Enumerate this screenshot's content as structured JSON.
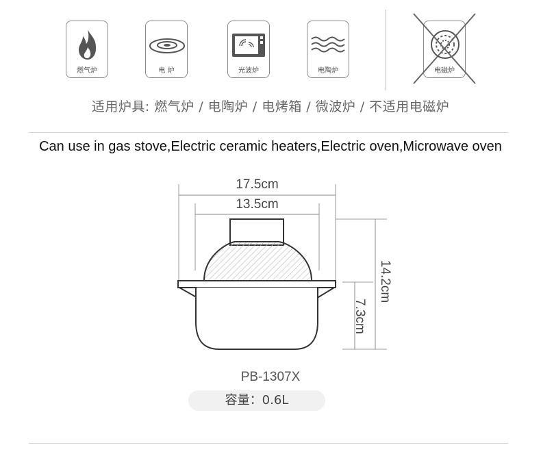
{
  "stove_icons": [
    {
      "icon": "flame-icon",
      "label": "燃气炉",
      "allowed": true
    },
    {
      "icon": "electric-plate-icon",
      "label": "电 炉",
      "allowed": true
    },
    {
      "icon": "microwave-icon",
      "label": "光波炉",
      "allowed": true
    },
    {
      "icon": "ceramic-heater-icon",
      "label": "电陶炉",
      "allowed": true
    },
    {
      "icon": "induction-coil-icon",
      "label": "电磁炉",
      "allowed": false
    }
  ],
  "applicable_stoves_text": "适用炉具: 燃气炉 / 电陶炉 / 电烤箱 / 微波炉 / 不适用电磁炉",
  "english_text": "Can use in gas stove,Electric ceramic heaters,Electric oven,Microwave oven",
  "dimensions": {
    "outer_width": "17.5cm",
    "inner_width": "13.5cm",
    "total_height": "14.2cm",
    "body_height": "7.3cm"
  },
  "model": "PB-1307X",
  "capacity": "容量：0.6L",
  "colors": {
    "line": "#4a4a4a",
    "accent_cross": "#666666",
    "pill_bg": "#f1f1f1"
  }
}
